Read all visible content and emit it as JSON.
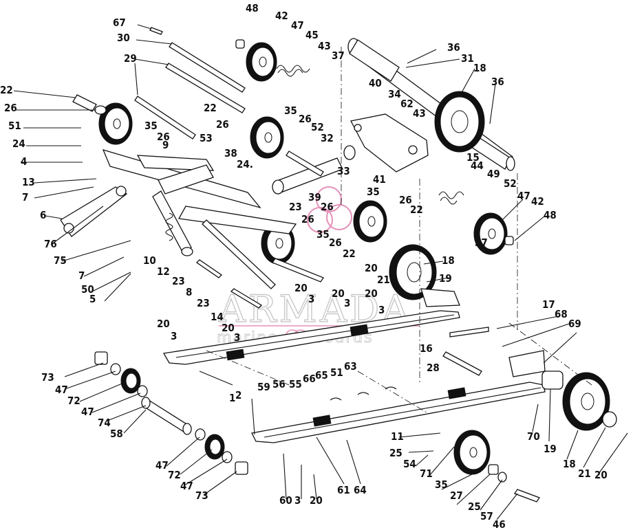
{
  "watermark": {
    "brand": "ARMADA",
    "tagline": "marine outboards",
    "logo_color": "#e58fb8"
  },
  "callouts": [
    "67",
    "48",
    "42",
    "47",
    "45",
    "43",
    "37",
    "36",
    "31",
    "18",
    "36",
    "30",
    "29",
    "22",
    "26",
    "51",
    "24",
    "4",
    "13",
    "7",
    "6",
    "76",
    "75",
    "7",
    "50",
    "5",
    "35",
    "26",
    "9",
    "53",
    "38",
    "24.",
    "22",
    "26",
    "35",
    "26",
    "52",
    "32",
    "40",
    "34",
    "62",
    "43",
    "15",
    "44",
    "49",
    "52",
    "47",
    "42",
    "48",
    "33",
    "41",
    "35",
    "39",
    "26",
    "26",
    "22",
    "23",
    "26",
    "35",
    "26",
    "22",
    "37",
    "10",
    "12",
    "23",
    "8",
    "20",
    "18",
    "21",
    "19",
    "20",
    "3",
    "20",
    "3",
    "20",
    "3",
    "23",
    "14",
    "20",
    "3",
    "17",
    "68",
    "69",
    "20",
    "3",
    "16",
    "28",
    "73",
    "47",
    "72",
    "47",
    "74",
    "58",
    "59",
    "56",
    "55",
    "66",
    "65",
    "51",
    "63",
    "2",
    "1",
    "11",
    "25",
    "54",
    "71",
    "35",
    "27",
    "25",
    "57",
    "46",
    "70",
    "19",
    "18",
    "21",
    "20",
    "47",
    "72",
    "47",
    "73",
    "60",
    "3",
    "20",
    "61",
    "64"
  ]
}
